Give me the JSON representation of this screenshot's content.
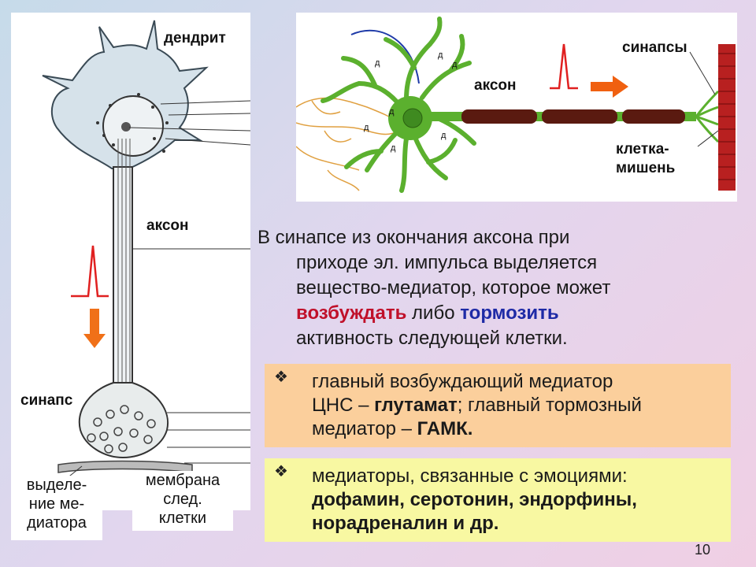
{
  "left_figure": {
    "dendrite_label": "дендрит",
    "axon_label": "аксон",
    "synapse_label": "синапс",
    "release_label": [
      "выделе-",
      "ние ме-",
      "диатора"
    ],
    "membrane_label": [
      "мембрана",
      "след.",
      "клетки"
    ]
  },
  "right_figure": {
    "synapses_label": "синапсы",
    "axon_label": "аксон",
    "target_label": [
      "клетка-",
      "мишень"
    ],
    "dendrite_marker": "д",
    "colors": {
      "neuron": "#5bb02e",
      "axon_dark": "#5a1a10",
      "target_cell": "#b82020",
      "arrow": "#f06010"
    }
  },
  "paragraph": {
    "line1": "В синапсе из окончания аксона при",
    "line2": "приходе эл. импульса выделяется",
    "line3": "вещество-медиатор, которое может",
    "excite": "возбуждать",
    "or": " либо ",
    "inhibit": "тормозить",
    "line5": "активность следующей клетки."
  },
  "box1": {
    "bullet": "❖",
    "t1": "главный возбуждающий медиатор",
    "t2": "ЦНС – ",
    "glutamate": "глутамат",
    "t3": "; главный тормозный",
    "t4": "медиатор – ",
    "gaba": "ГАМК."
  },
  "box2": {
    "bullet": "❖",
    "t1": "медиаторы, связанные с эмоциями:",
    "t2": "дофамин, серотонин, эндорфины,",
    "t3": "норадреналин и др."
  },
  "colors": {
    "excite": "#c0102a",
    "inhibit": "#1e2aa6",
    "box1_bg": "#fbcf9c",
    "box2_bg": "#f8f8a2"
  },
  "page_number": "10"
}
